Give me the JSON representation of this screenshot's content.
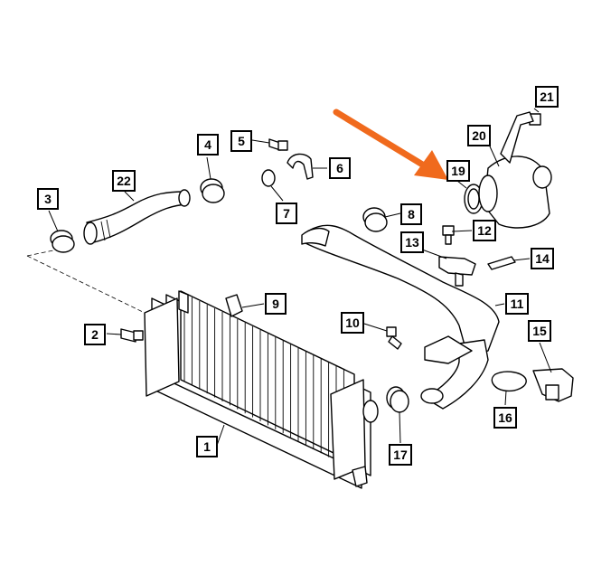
{
  "diagram": {
    "callouts": [
      "1",
      "2",
      "3",
      "4",
      "5",
      "6",
      "7",
      "8",
      "9",
      "10",
      "11",
      "12",
      "13",
      "14",
      "15",
      "16",
      "17",
      "19",
      "20",
      "21",
      "22"
    ]
  },
  "highlight": {
    "arrow_color": "#f06a1d",
    "target_callout": "19"
  }
}
